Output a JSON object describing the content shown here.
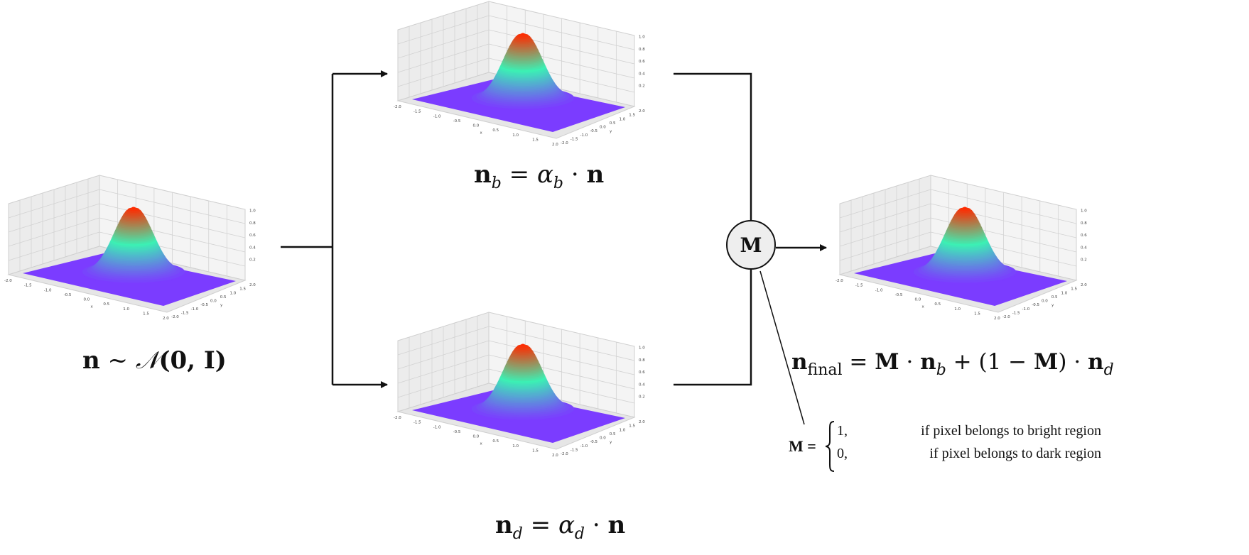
{
  "plots": {
    "z_ticks": [
      "0.2",
      "0.4",
      "0.6",
      "0.8",
      "1.0"
    ],
    "x_ticks": [
      "-2.0",
      "-1.5",
      "-1.0",
      "-0.5",
      "0.0",
      "0.5",
      "1.0",
      "1.5",
      "2.0"
    ],
    "y_ticks": [
      "-2.0",
      "-1.5",
      "-1.0",
      "-0.5",
      "0.0",
      "0.5",
      "1.0",
      "1.5",
      "2.0"
    ],
    "x_axis_label": "x",
    "y_axis_label": "y",
    "colors": {
      "peak": "#ff2a00",
      "mid": "#3cf0b4",
      "base": "#7b3cff"
    }
  },
  "formulas": {
    "input": {
      "lhs": "n",
      "op": "~",
      "dist": "𝒩",
      "args": "(0, I)"
    },
    "bright": {
      "lhs": "n",
      "lhs_sub": "b",
      "eq": "=",
      "alpha": "α",
      "alpha_sub": "b",
      "dot": "·",
      "rhs": "n"
    },
    "dark": {
      "lhs": "n",
      "lhs_sub": "d",
      "eq": "=",
      "alpha": "α",
      "alpha_sub": "d",
      "dot": "·",
      "rhs": "n"
    },
    "final": {
      "lhs": "n",
      "lhs_sub": "final",
      "eq": "=",
      "m": "M",
      "dot": "·",
      "nb": "n",
      "nb_sub": "b",
      "plus": "+",
      "paren_open": "(1 −",
      "m2": "M",
      "paren_close": ")",
      "dot2": "·",
      "nd": "n",
      "nd_sub": "d"
    }
  },
  "mask_node": {
    "label": "M"
  },
  "mask_definition": {
    "lhs": "M =",
    "cases": [
      {
        "value": "1,",
        "condition": "if pixel belongs to bright region"
      },
      {
        "value": "0,",
        "condition": "if pixel belongs to dark region"
      }
    ]
  }
}
